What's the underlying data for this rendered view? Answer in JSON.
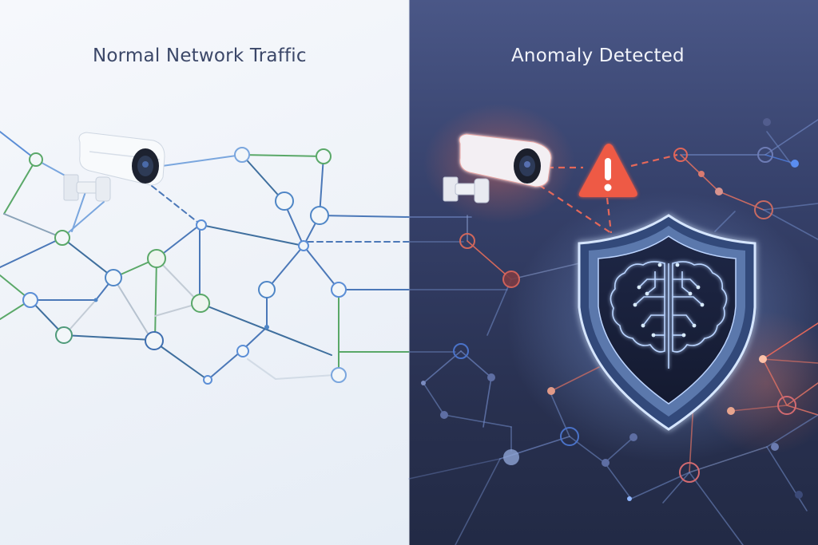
{
  "panels": {
    "left": {
      "title": "Normal Network Traffic",
      "state": "normal",
      "background": "#eef2f8",
      "title_color": "#3b4768",
      "node_colors": {
        "green": "#5aa868",
        "blue": "#5b8ed6"
      },
      "icons": [
        "security-camera-icon"
      ]
    },
    "right": {
      "title": "Anomaly Detected",
      "state": "anomaly",
      "background": "#2e3759",
      "title_color": "#f2f4fa",
      "node_colors": {
        "alert": "#e0665a",
        "blue": "#4a72c8",
        "muted": "#6c7aa8"
      },
      "icons": [
        "security-camera-icon",
        "warning-triangle-icon",
        "shield-icon",
        "ai-brain-circuit-icon"
      ],
      "alert_color": "#ee5a45",
      "shield_glow": "#a9c9ff"
    }
  }
}
